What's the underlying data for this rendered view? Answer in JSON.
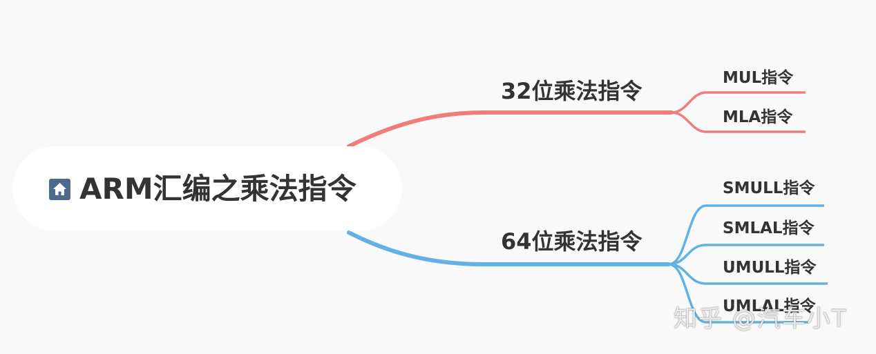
{
  "root": {
    "title": "ARM汇编之乘法指令",
    "icon": "home-icon"
  },
  "branches": [
    {
      "label": "32位乘法指令",
      "color": "#f07c7c",
      "leaves": [
        "MUL指令",
        "MLA指令"
      ]
    },
    {
      "label": "64位乘法指令",
      "color": "#62b1e6",
      "leaves": [
        "SMULL指令",
        "SMLAL指令",
        "UMULL指令",
        "UMLAL指令"
      ]
    }
  ],
  "watermark": "知乎 @汽车小T"
}
